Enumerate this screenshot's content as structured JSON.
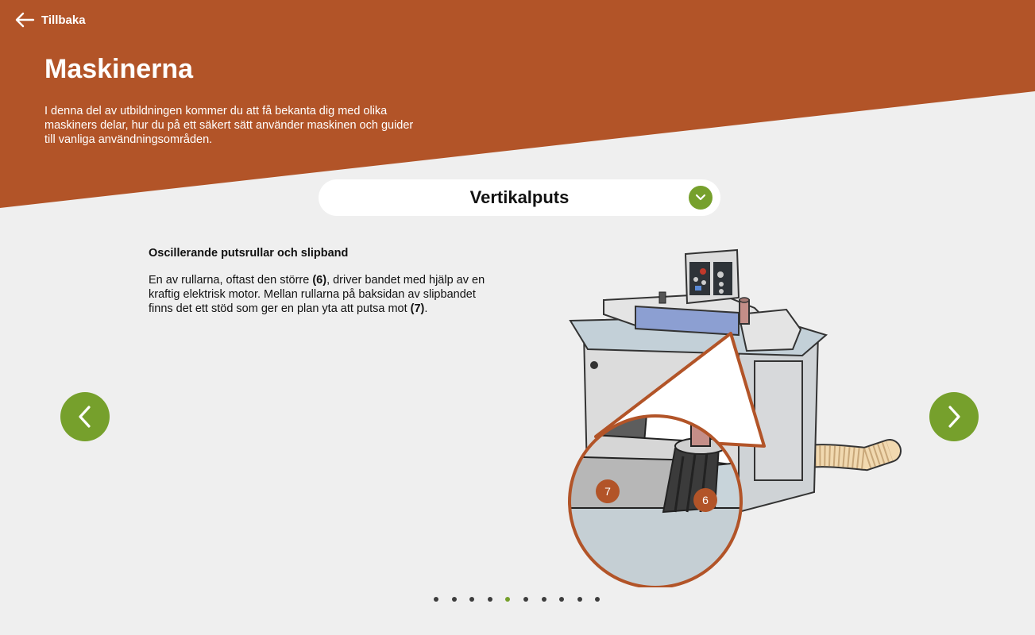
{
  "header": {
    "back_label": "Tillbaka",
    "title": "Maskinerna",
    "intro": "I denna del av utbildningen kommer du att få bekanta dig med olika maskiners delar, hur du på ett säkert sätt använder maskinen och guider till vanliga användningsområden."
  },
  "selector": {
    "selected": "Vertikalputs",
    "icon": "chevron-down-icon"
  },
  "slide": {
    "heading": "Oscillerande putsrullar och slipband",
    "body_parts": [
      "En av rullarna, oftast den större ",
      "(6)",
      ", driver bandet med hjälp av en kraftig elektrisk motor. Mellan rullarna på baksidan av slipbandet finns det ett stöd som ger en plan yta att putsa mot ",
      "(7)",
      "."
    ],
    "markers": [
      "7",
      "6"
    ]
  },
  "navigation": {
    "prev_icon": "chevron-left-icon",
    "next_icon": "chevron-right-icon",
    "total_slides": 10,
    "current_slide": 5
  },
  "colors": {
    "header_bg": "#b25428",
    "accent_green": "#76a02c",
    "marker": "#b25428",
    "page_bg": "#efefef"
  }
}
